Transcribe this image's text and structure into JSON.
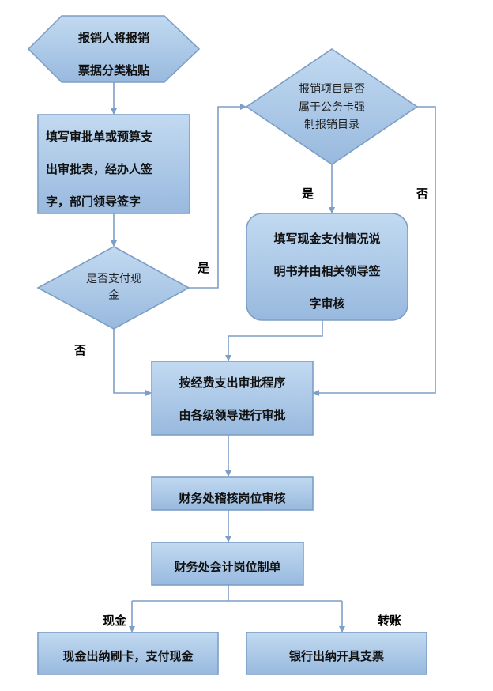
{
  "nodes": {
    "start": {
      "lines": [
        "报销人将报销",
        "票据分类粘贴"
      ]
    },
    "fill_form": {
      "lines": [
        "填写审批单或预算支",
        "出审批表，经办人签",
        "字，部门领导签字"
      ]
    },
    "cash_decision": {
      "lines": [
        "是否支付现",
        "金"
      ]
    },
    "card_decision": {
      "lines": [
        "报销项目是否",
        "属于公务卡强",
        "制报销目录"
      ]
    },
    "cash_statement": {
      "lines": [
        "填写现金支付情况说",
        "明书并由相关领导签",
        "字审核"
      ]
    },
    "approval": {
      "lines": [
        "按经费支出审批程序",
        "由各级领导进行审批"
      ]
    },
    "audit": {
      "label": "财务处稽核岗位审核"
    },
    "accounting": {
      "label": "财务处会计岗位制单"
    },
    "cash_pay": {
      "label": "现金出纳刷卡，支付现金"
    },
    "bank_pay": {
      "label": "银行出纳开具支票"
    }
  },
  "labels": {
    "cash_yes": "是",
    "cash_no": "否",
    "card_yes": "是",
    "card_no": "否",
    "cash": "现金",
    "transfer": "转账"
  },
  "colors": {
    "fill_top": "#c2daf1",
    "fill_bottom": "#98b9de",
    "stroke": "#7d9ec6"
  }
}
